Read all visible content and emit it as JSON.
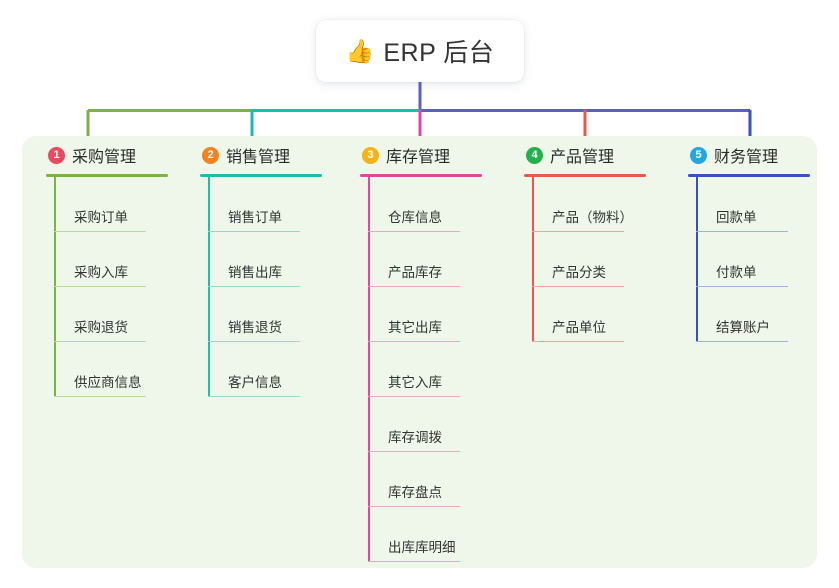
{
  "root": {
    "icon": "thumbs-up-icon",
    "emoji": "👍",
    "title": "ERP 后台"
  },
  "theme": {
    "panel_bg": "#eef7e9",
    "page_bg": "#ffffff",
    "root_stem_color": "#5b5fc7",
    "text_color": "#333333"
  },
  "branches": [
    {
      "number": "1",
      "title": "采购管理",
      "badge_color": "#f0485f",
      "line_color": "#7cb342",
      "leaf_line_color": "#b7d99b",
      "connector_color": "#7cb342",
      "items": [
        {
          "label": "采购订单"
        },
        {
          "label": "采购入库"
        },
        {
          "label": "采购退货"
        },
        {
          "label": "供应商信息"
        }
      ]
    },
    {
      "number": "2",
      "title": "销售管理",
      "badge_color": "#f5821f",
      "line_color": "#17bfae",
      "leaf_line_color": "#8fd9d1",
      "connector_color": "#17bfae",
      "items": [
        {
          "label": "销售订单"
        },
        {
          "label": "销售出库"
        },
        {
          "label": "销售退货"
        },
        {
          "label": "客户信息"
        }
      ]
    },
    {
      "number": "3",
      "title": "库存管理",
      "badge_color": "#f5b315",
      "line_color": "#e8449b",
      "leaf_line_color": "#f0a3c9",
      "connector_color": "#e8449b",
      "items": [
        {
          "label": "仓库信息"
        },
        {
          "label": "产品库存"
        },
        {
          "label": "其它出库"
        },
        {
          "label": "其它入库"
        },
        {
          "label": "库存调拨"
        },
        {
          "label": "库存盘点"
        },
        {
          "label": "出库库明细"
        }
      ]
    },
    {
      "number": "4",
      "title": "产品管理",
      "badge_color": "#21b24b",
      "line_color": "#f0564a",
      "leaf_line_color": "#f5a39c",
      "connector_color": "#f0564a",
      "items": [
        {
          "label": "产品（物料）"
        },
        {
          "label": "产品分类"
        },
        {
          "label": "产品单位"
        }
      ]
    },
    {
      "number": "5",
      "title": "财务管理",
      "badge_color": "#22a7e0",
      "line_color": "#3b4fc4",
      "leaf_line_color": "#9fb0e6",
      "connector_color": "#3b4fc4",
      "items": [
        {
          "label": "回款单"
        },
        {
          "label": "付款单"
        },
        {
          "label": "结算账户"
        }
      ]
    }
  ],
  "connector_bar": {
    "segments": [
      {
        "name": "green-segment",
        "color": "#7cb342"
      },
      {
        "name": "teal-segment",
        "color": "#17bfae"
      },
      {
        "name": "indigo-segment",
        "color": "#5b5fc7"
      }
    ]
  }
}
